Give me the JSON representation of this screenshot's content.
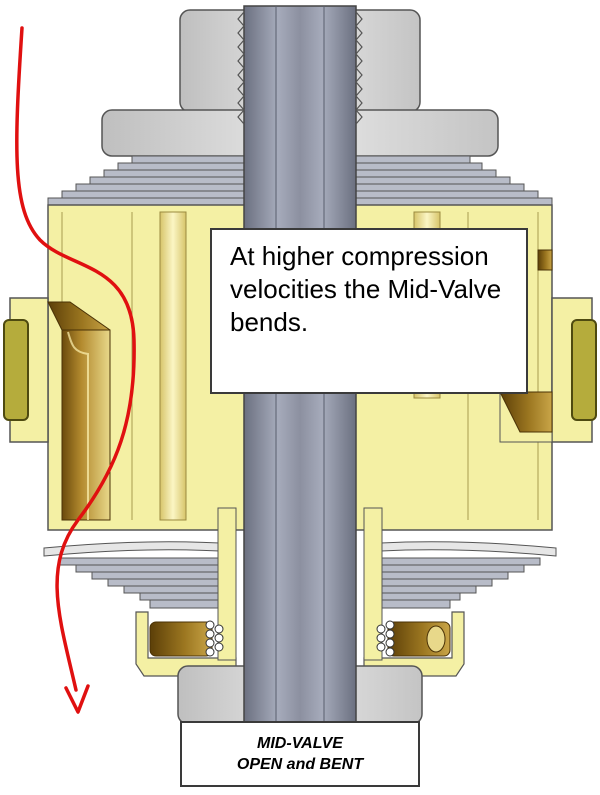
{
  "callout": {
    "text": "At higher compression velocities the Mid-Valve bends."
  },
  "caption": {
    "line1": "MID-VALVE",
    "line2": "OPEN and BENT"
  },
  "colors": {
    "brass": "#f4f0a4",
    "brass_dark": "#8a6414",
    "steel": "#9a9fb0",
    "steel_light": "#d8d8d8",
    "flow_arrow": "#e01010"
  },
  "icons": {
    "flow": "curved-red-flow-arrow"
  }
}
